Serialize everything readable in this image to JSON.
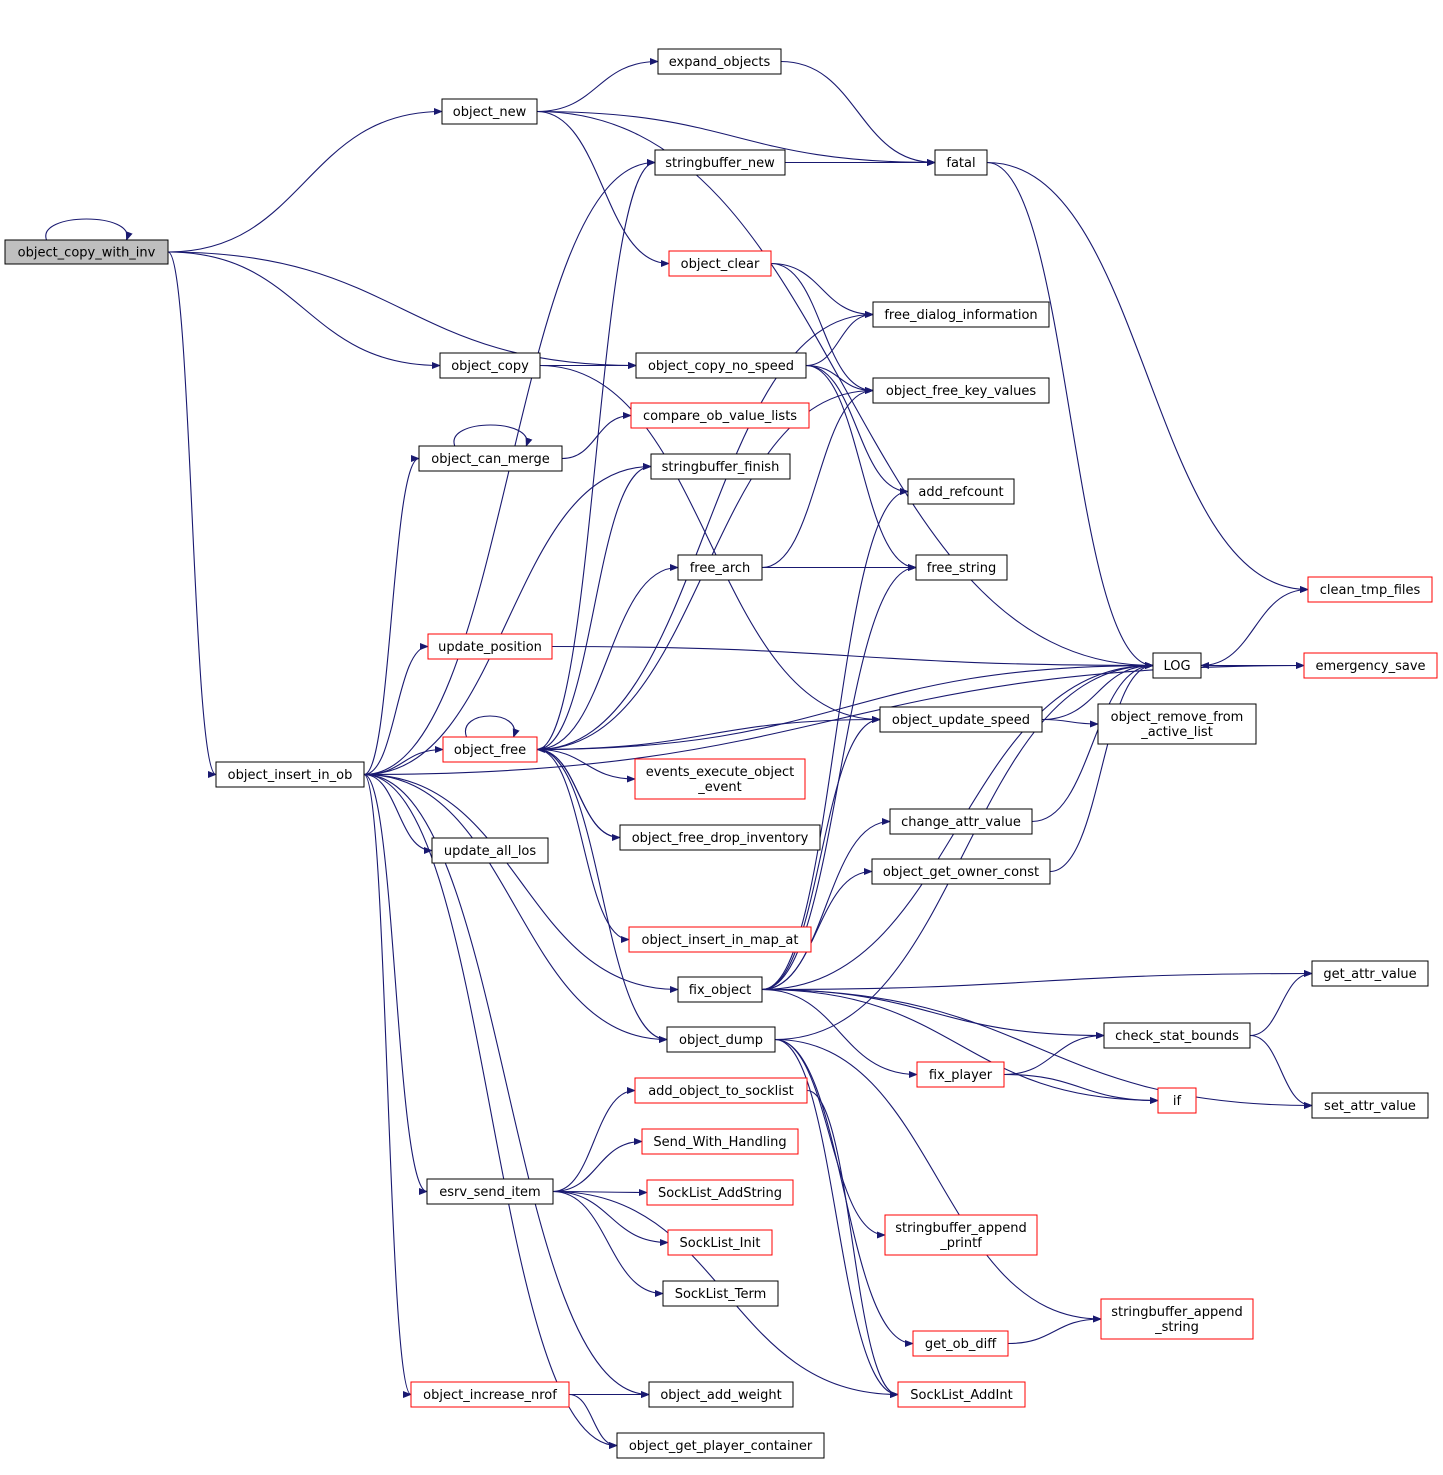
{
  "colors": {
    "edge": "#191970",
    "box_default": "#000000",
    "box_truncated": "#ff0000",
    "box_focus_fill": "#bfbfbf"
  },
  "nodes": [
    {
      "id": "object_copy_with_inv",
      "lines": [
        "object_copy_with_inv"
      ],
      "border": "black",
      "focus": true
    },
    {
      "id": "object_new",
      "lines": [
        "object_new"
      ],
      "border": "black"
    },
    {
      "id": "expand_objects",
      "lines": [
        "expand_objects"
      ],
      "border": "black"
    },
    {
      "id": "stringbuffer_new",
      "lines": [
        "stringbuffer_new"
      ],
      "border": "black"
    },
    {
      "id": "fatal",
      "lines": [
        "fatal"
      ],
      "border": "black"
    },
    {
      "id": "object_clear",
      "lines": [
        "object_clear"
      ],
      "border": "red"
    },
    {
      "id": "free_dialog_information",
      "lines": [
        "free_dialog_information"
      ],
      "border": "black"
    },
    {
      "id": "object_copy",
      "lines": [
        "object_copy"
      ],
      "border": "black"
    },
    {
      "id": "object_copy_no_speed",
      "lines": [
        "object_copy_no_speed"
      ],
      "border": "black"
    },
    {
      "id": "object_free_key_values",
      "lines": [
        "object_free_key_values"
      ],
      "border": "black"
    },
    {
      "id": "compare_ob_value_lists",
      "lines": [
        "compare_ob_value_lists"
      ],
      "border": "red"
    },
    {
      "id": "object_can_merge",
      "lines": [
        "object_can_merge"
      ],
      "border": "black"
    },
    {
      "id": "stringbuffer_finish",
      "lines": [
        "stringbuffer_finish"
      ],
      "border": "black"
    },
    {
      "id": "add_refcount",
      "lines": [
        "add_refcount"
      ],
      "border": "black"
    },
    {
      "id": "free_arch",
      "lines": [
        "free_arch"
      ],
      "border": "black"
    },
    {
      "id": "free_string",
      "lines": [
        "free_string"
      ],
      "border": "black"
    },
    {
      "id": "clean_tmp_files",
      "lines": [
        "clean_tmp_files"
      ],
      "border": "red"
    },
    {
      "id": "update_position",
      "lines": [
        "update_position"
      ],
      "border": "red"
    },
    {
      "id": "LOG",
      "lines": [
        "LOG"
      ],
      "border": "black"
    },
    {
      "id": "emergency_save",
      "lines": [
        "emergency_save"
      ],
      "border": "red"
    },
    {
      "id": "object_update_speed",
      "lines": [
        "object_update_speed"
      ],
      "border": "black"
    },
    {
      "id": "object_remove_from_active_list",
      "lines": [
        "object_remove_from",
        "_active_list"
      ],
      "border": "black"
    },
    {
      "id": "object_free",
      "lines": [
        "object_free"
      ],
      "border": "red"
    },
    {
      "id": "object_insert_in_ob",
      "lines": [
        "object_insert_in_ob"
      ],
      "border": "black"
    },
    {
      "id": "events_execute_object_event",
      "lines": [
        "events_execute_object",
        "_event"
      ],
      "border": "red"
    },
    {
      "id": "change_attr_value",
      "lines": [
        "change_attr_value"
      ],
      "border": "black"
    },
    {
      "id": "object_free_drop_inventory",
      "lines": [
        "object_free_drop_inventory"
      ],
      "border": "black"
    },
    {
      "id": "update_all_los",
      "lines": [
        "update_all_los"
      ],
      "border": "black"
    },
    {
      "id": "object_get_owner_const",
      "lines": [
        "object_get_owner_const"
      ],
      "border": "black"
    },
    {
      "id": "object_insert_in_map_at",
      "lines": [
        "object_insert_in_map_at"
      ],
      "border": "red"
    },
    {
      "id": "fix_object",
      "lines": [
        "fix_object"
      ],
      "border": "black"
    },
    {
      "id": "get_attr_value",
      "lines": [
        "get_attr_value"
      ],
      "border": "black"
    },
    {
      "id": "object_dump",
      "lines": [
        "object_dump"
      ],
      "border": "black"
    },
    {
      "id": "check_stat_bounds",
      "lines": [
        "check_stat_bounds"
      ],
      "border": "black"
    },
    {
      "id": "fix_player",
      "lines": [
        "fix_player"
      ],
      "border": "red"
    },
    {
      "id": "add_object_to_socklist",
      "lines": [
        "add_object_to_socklist"
      ],
      "border": "red"
    },
    {
      "id": "if",
      "lines": [
        "if"
      ],
      "border": "red"
    },
    {
      "id": "set_attr_value",
      "lines": [
        "set_attr_value"
      ],
      "border": "black"
    },
    {
      "id": "Send_With_Handling",
      "lines": [
        "Send_With_Handling"
      ],
      "border": "red"
    },
    {
      "id": "esrv_send_item",
      "lines": [
        "esrv_send_item"
      ],
      "border": "black"
    },
    {
      "id": "SockList_AddString",
      "lines": [
        "SockList_AddString"
      ],
      "border": "red"
    },
    {
      "id": "stringbuffer_append_printf",
      "lines": [
        "stringbuffer_append",
        "_printf"
      ],
      "border": "red"
    },
    {
      "id": "SockList_Init",
      "lines": [
        "SockList_Init"
      ],
      "border": "red"
    },
    {
      "id": "SockList_Term",
      "lines": [
        "SockList_Term"
      ],
      "border": "black"
    },
    {
      "id": "stringbuffer_append_string",
      "lines": [
        "stringbuffer_append",
        "_string"
      ],
      "border": "red"
    },
    {
      "id": "get_ob_diff",
      "lines": [
        "get_ob_diff"
      ],
      "border": "red"
    },
    {
      "id": "object_increase_nrof",
      "lines": [
        "object_increase_nrof"
      ],
      "border": "red"
    },
    {
      "id": "object_add_weight",
      "lines": [
        "object_add_weight"
      ],
      "border": "black"
    },
    {
      "id": "SockList_AddInt",
      "lines": [
        "SockList_AddInt"
      ],
      "border": "red"
    },
    {
      "id": "object_get_player_container",
      "lines": [
        "object_get_player_container"
      ],
      "border": "black"
    }
  ],
  "edges": [
    [
      "object_copy_with_inv",
      "object_copy_with_inv"
    ],
    [
      "object_copy_with_inv",
      "object_new"
    ],
    [
      "object_copy_with_inv",
      "object_copy"
    ],
    [
      "object_copy_with_inv",
      "object_copy_no_speed"
    ],
    [
      "object_copy_with_inv",
      "object_insert_in_ob"
    ],
    [
      "object_new",
      "expand_objects"
    ],
    [
      "object_new",
      "fatal"
    ],
    [
      "object_new",
      "object_clear"
    ],
    [
      "object_new",
      "LOG"
    ],
    [
      "expand_objects",
      "fatal"
    ],
    [
      "stringbuffer_new",
      "fatal"
    ],
    [
      "fatal",
      "LOG"
    ],
    [
      "fatal",
      "clean_tmp_files"
    ],
    [
      "object_clear",
      "free_dialog_information"
    ],
    [
      "object_clear",
      "object_free_key_values"
    ],
    [
      "object_copy",
      "object_copy_no_speed"
    ],
    [
      "object_copy",
      "object_update_speed"
    ],
    [
      "object_copy_no_speed",
      "free_dialog_information"
    ],
    [
      "object_copy_no_speed",
      "object_free_key_values"
    ],
    [
      "object_copy_no_speed",
      "add_refcount"
    ],
    [
      "object_copy_no_speed",
      "free_string"
    ],
    [
      "object_can_merge",
      "object_can_merge"
    ],
    [
      "object_can_merge",
      "compare_ob_value_lists"
    ],
    [
      "free_arch",
      "object_free_key_values"
    ],
    [
      "free_arch",
      "free_string"
    ],
    [
      "update_position",
      "LOG"
    ],
    [
      "LOG",
      "clean_tmp_files"
    ],
    [
      "LOG",
      "emergency_save"
    ],
    [
      "emergency_save",
      "LOG"
    ],
    [
      "object_update_speed",
      "LOG"
    ],
    [
      "object_update_speed",
      "object_remove_from_active_list"
    ],
    [
      "object_free",
      "object_free"
    ],
    [
      "object_free",
      "stringbuffer_new"
    ],
    [
      "object_free",
      "free_dialog_information"
    ],
    [
      "object_free",
      "object_free_key_values"
    ],
    [
      "object_free",
      "stringbuffer_finish"
    ],
    [
      "object_free",
      "free_arch"
    ],
    [
      "object_free",
      "LOG"
    ],
    [
      "object_free",
      "events_execute_object_event"
    ],
    [
      "object_free",
      "object_free_drop_inventory"
    ],
    [
      "object_free",
      "object_insert_in_map_at"
    ],
    [
      "object_free",
      "object_dump"
    ],
    [
      "object_free",
      "object_update_speed"
    ],
    [
      "object_free_drop_inventory",
      "object_free"
    ],
    [
      "object_insert_in_ob",
      "stringbuffer_new"
    ],
    [
      "object_insert_in_ob",
      "object_can_merge"
    ],
    [
      "object_insert_in_ob",
      "stringbuffer_finish"
    ],
    [
      "object_insert_in_ob",
      "update_position"
    ],
    [
      "object_insert_in_ob",
      "object_free"
    ],
    [
      "object_insert_in_ob",
      "update_all_los"
    ],
    [
      "object_insert_in_ob",
      "fix_object"
    ],
    [
      "object_insert_in_ob",
      "object_dump"
    ],
    [
      "object_insert_in_ob",
      "esrv_send_item"
    ],
    [
      "object_insert_in_ob",
      "object_increase_nrof"
    ],
    [
      "object_insert_in_ob",
      "object_add_weight"
    ],
    [
      "object_insert_in_ob",
      "object_get_player_container"
    ],
    [
      "object_insert_in_ob",
      "emergency_save"
    ],
    [
      "change_attr_value",
      "LOG"
    ],
    [
      "object_get_owner_const",
      "LOG"
    ],
    [
      "fix_object",
      "add_refcount"
    ],
    [
      "fix_object",
      "free_string"
    ],
    [
      "fix_object",
      "LOG"
    ],
    [
      "fix_object",
      "object_update_speed"
    ],
    [
      "fix_object",
      "change_attr_value"
    ],
    [
      "fix_object",
      "object_get_owner_const"
    ],
    [
      "fix_object",
      "get_attr_value"
    ],
    [
      "fix_object",
      "check_stat_bounds"
    ],
    [
      "fix_object",
      "fix_player"
    ],
    [
      "fix_object",
      "if"
    ],
    [
      "fix_object",
      "set_attr_value"
    ],
    [
      "object_dump",
      "LOG"
    ],
    [
      "object_dump",
      "stringbuffer_append_printf"
    ],
    [
      "object_dump",
      "stringbuffer_append_string"
    ],
    [
      "object_dump",
      "get_ob_diff"
    ],
    [
      "object_dump",
      "SockList_AddInt"
    ],
    [
      "check_stat_bounds",
      "get_attr_value"
    ],
    [
      "check_stat_bounds",
      "set_attr_value"
    ],
    [
      "fix_player",
      "check_stat_bounds"
    ],
    [
      "fix_player",
      "if"
    ],
    [
      "add_object_to_socklist",
      "SockList_AddInt"
    ],
    [
      "esrv_send_item",
      "add_object_to_socklist"
    ],
    [
      "esrv_send_item",
      "Send_With_Handling"
    ],
    [
      "esrv_send_item",
      "SockList_AddString"
    ],
    [
      "esrv_send_item",
      "SockList_Init"
    ],
    [
      "esrv_send_item",
      "SockList_Term"
    ],
    [
      "esrv_send_item",
      "SockList_AddInt"
    ],
    [
      "get_ob_diff",
      "stringbuffer_append_string"
    ],
    [
      "object_increase_nrof",
      "object_add_weight"
    ],
    [
      "object_increase_nrof",
      "object_get_player_container"
    ]
  ]
}
